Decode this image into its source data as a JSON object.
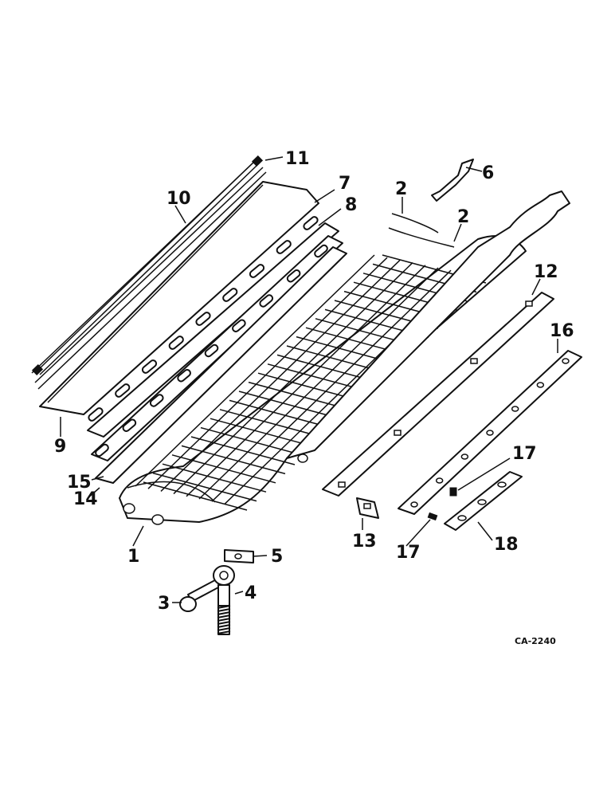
{
  "diagram": {
    "drawing_id": "CA-2240",
    "callouts": {
      "c1": "1",
      "c2a": "2",
      "c2b": "2",
      "c3": "3",
      "c4": "4",
      "c5": "5",
      "c6": "6",
      "c7": "7",
      "c8": "8",
      "c9": "9",
      "c10": "10",
      "c11": "11",
      "c12": "12",
      "c13": "13",
      "c14": "14",
      "c15": "15",
      "c16": "16",
      "c17a": "17",
      "c17b": "17",
      "c18": "18"
    }
  },
  "colors": {
    "ink": "#111111",
    "paper": "#ffffff"
  }
}
